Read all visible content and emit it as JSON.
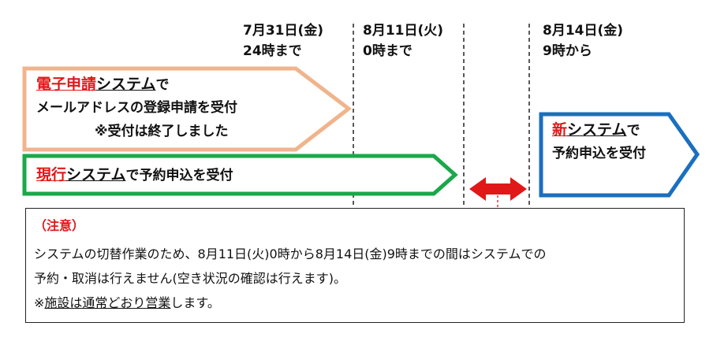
{
  "dates": [
    {
      "line1": "7月31日(金)",
      "line2": "24時まで"
    },
    {
      "line1": "8月11日(火)",
      "line2": "0時まで"
    },
    {
      "line1": "8月14日(金)",
      "line2": "9時から"
    }
  ],
  "electronic": {
    "highlight": "電子申請",
    "system": "システム",
    "suffix": "で",
    "line2": "メールアドレスの登録申請を受付",
    "line3": "※受付は終了しました"
  },
  "current": {
    "highlight": "現行",
    "system": "システム",
    "suffix": "で予約申込を受付"
  },
  "new_system": {
    "highlight": "新",
    "system": "システム",
    "suffix": "で",
    "line2": "予約申込を受付"
  },
  "note": {
    "title": "（注意）",
    "line1": "システムの切替作業のため、8月11日(火)0時から8月14日(金)9時までの間はシステムでの",
    "line2": "予約・取消は行えません(空き状況の確認は行えます)。",
    "line3_prefix": "※",
    "line3_underlined": "施設は通常どおり営業",
    "line3_suffix": "します。"
  },
  "colors": {
    "orange": "#f0b48c",
    "green": "#1aa84a",
    "blue": "#1a6fbf",
    "red": "#e01818"
  }
}
